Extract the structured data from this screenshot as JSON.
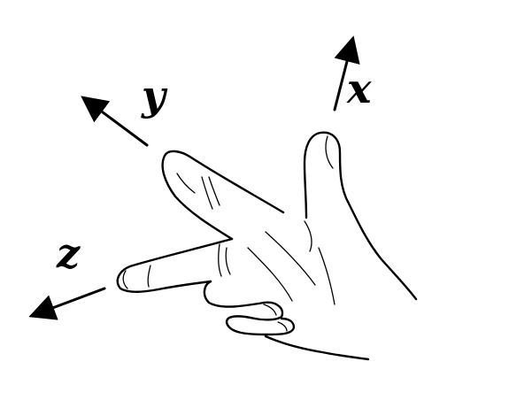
{
  "diagram": {
    "axes": [
      {
        "id": "x",
        "label": "x"
      },
      {
        "id": "y",
        "label": "y"
      },
      {
        "id": "z",
        "label": "z"
      }
    ],
    "colors": {
      "line": "#000000",
      "background": "#ffffff"
    }
  }
}
